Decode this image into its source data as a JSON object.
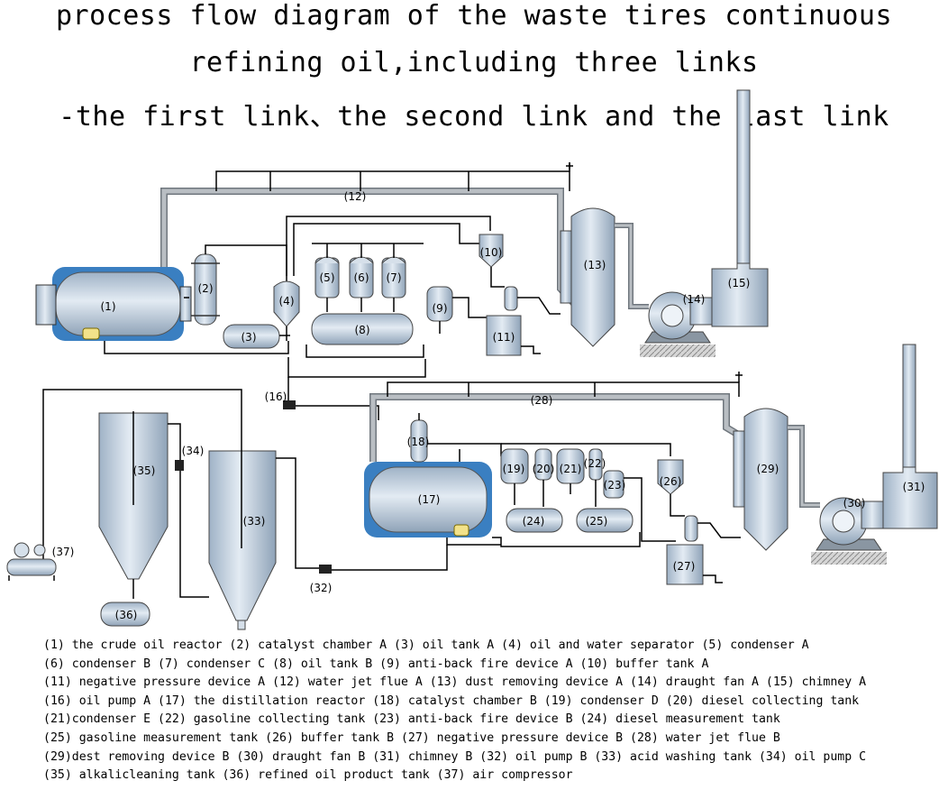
{
  "title_lines": [
    "process flow diagram of the waste tires continuous",
    "refining oil,including three links",
    "-the first link、the second link and the last link"
  ],
  "labels": {
    "l1": "(1)",
    "l2": "(2)",
    "l3": "(3)",
    "l4": "(4)",
    "l5": "(5)",
    "l6": "(6)",
    "l7": "(7)",
    "l8": "(8)",
    "l9": "(9)",
    "l10": "(10)",
    "l11": "(11)",
    "l12": "(12)",
    "l13": "(13)",
    "l14": "(14)",
    "l15": "(15)",
    "l16": "(16)",
    "l17": "(17)",
    "l18": "(18)",
    "l19": "(19)",
    "l20": "(20)",
    "l21": "(21)",
    "l22": "(22)",
    "l23": "(23)",
    "l24": "(24)",
    "l25": "(25)",
    "l26": "(26)",
    "l27": "(27)",
    "l28": "(28)",
    "l29": "(29)",
    "l30": "(30)",
    "l31": "(31)",
    "l32": "(32)",
    "l33": "(33)",
    "l34": "(34)",
    "l35": "(35)",
    "l36": "(36)",
    "l37": "(37)"
  },
  "legend_lines": [
    "(1) the crude oil reactor (2) catalyst chamber A (3) oil tank A (4) oil and water separator (5) condenser A",
    "(6) condenser B (7) condenser C (8) oil tank B (9) anti-back fire device A (10) buffer tank A",
    "(11) negative pressure device A (12) water jet flue A (13) dust removing device A (14) draught fan A (15) chimney A",
    "(16) oil pump A (17) the distillation reactor (18) catalyst chamber B (19) condenser D (20) diesel collecting tank",
    "(21)condenser E (22) gasoline collecting tank (23) anti-back fire device B (24) diesel measurement tank",
    "(25) gasoline measurement tank (26) buffer tank B (27) negative pressure device B (28) water jet flue B",
    "(29)dest removing device B (30) draught fan B (31) chimney B (32) oil pump B (33) acid washing tank (34) oil pump C",
    "(35) alkalicleaning tank (36) refined oil product tank (37) air compressor"
  ],
  "colors": {
    "equipment_fill": "#c9d7e6",
    "reactor_frame": "#3a7fc1",
    "flue_pipe": "#9aa0a6",
    "line": "#000000",
    "ground_hatch": "#b8b8b8",
    "burner": "#f2e28a"
  }
}
